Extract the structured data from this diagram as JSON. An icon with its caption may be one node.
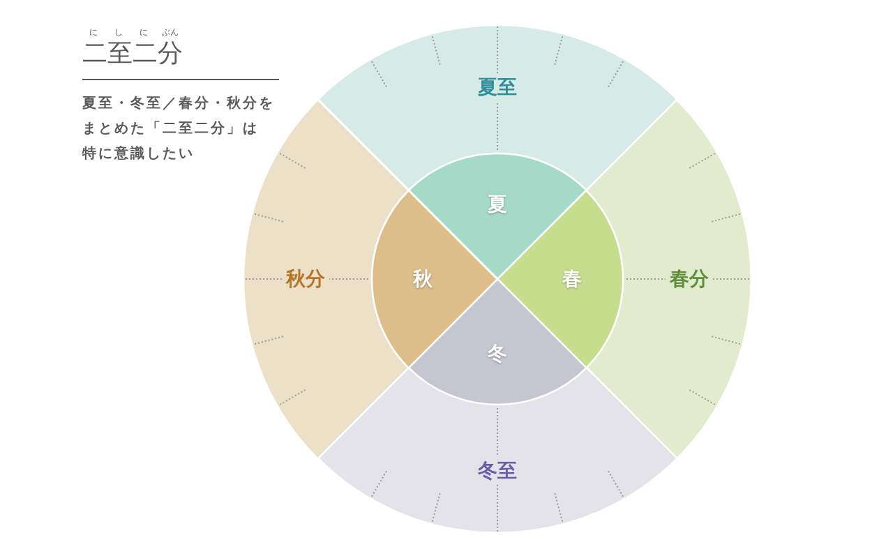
{
  "diagram": {
    "title": "二至二分",
    "nodes": [
      {
        "text": [
          "夏至"
        ]
      },
      {
        "text": [
          "秋分"
        ]
      },
      {
        "text": [
          "春分"
        ]
      },
      {
        "text": [
          "冬至"
        ]
      },
      {
        "text": [
          "夏"
        ]
      },
      {
        "text": [
          "秋"
        ]
      },
      {
        "text": [
          "春"
        ]
      },
      {
        "text": [
          "冬"
        ]
      }
    ],
    "labels": [
      "に",
      "し",
      "に",
      "ぶん",
      "夏至・冬至／春分・秋分をまとめた「二至二分」は特に意識したい"
    ]
  }
}
